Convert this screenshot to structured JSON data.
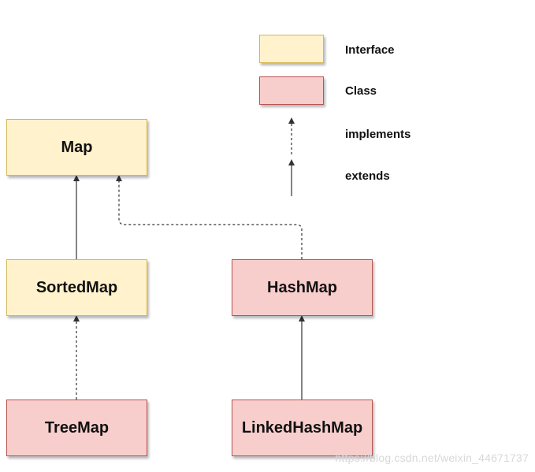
{
  "legend": {
    "interface": "Interface",
    "class": "Class",
    "implements": "implements",
    "extends": "extends"
  },
  "nodes": {
    "map": "Map",
    "sortedmap": "SortedMap",
    "hashmap": "HashMap",
    "treemap": "TreeMap",
    "linkedhashmap": "LinkedHashMap"
  },
  "edges": [
    {
      "from": "SortedMap",
      "to": "Map",
      "kind": "extends"
    },
    {
      "from": "HashMap",
      "to": "Map",
      "kind": "implements"
    },
    {
      "from": "TreeMap",
      "to": "SortedMap",
      "kind": "implements"
    },
    {
      "from": "LinkedHashMap",
      "to": "HashMap",
      "kind": "extends"
    }
  ],
  "colors": {
    "interface_fill": "#fff2cc",
    "interface_stroke": "#d6b656",
    "class_fill": "#f8cecc",
    "class_stroke": "#b85450"
  },
  "watermark": "https://blog.csdn.net/weixin_44671737"
}
